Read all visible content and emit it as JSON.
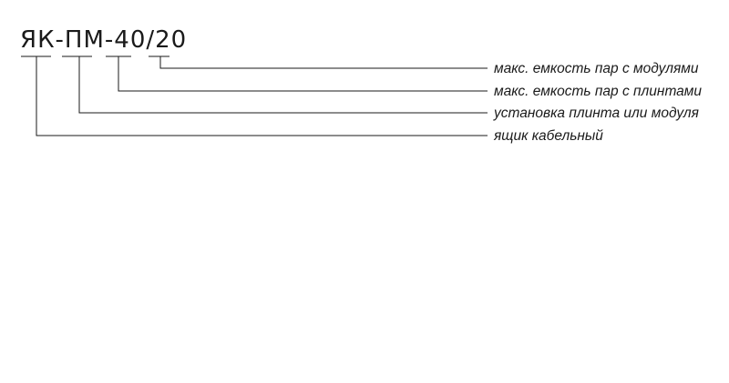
{
  "designation": "ЯК-ПМ-40/20",
  "legend": [
    "макс. емкость пар с модулями",
    "макс. емкость пар с плинтами",
    "установка плинта или модуля",
    "ящик кабельный"
  ]
}
